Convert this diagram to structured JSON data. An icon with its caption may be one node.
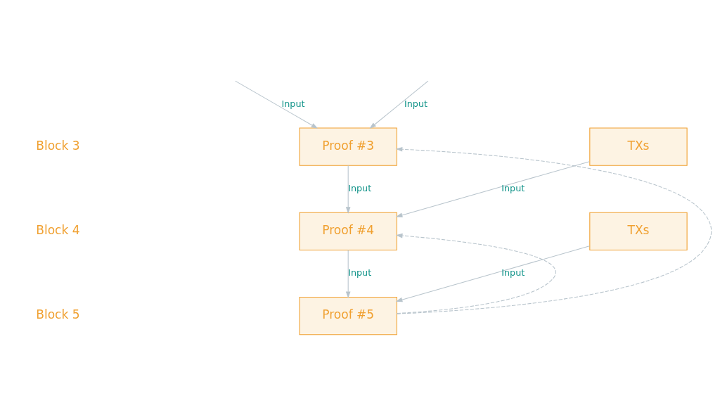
{
  "diagram": {
    "nodes": [
      {
        "text": [
          "Proof #3"
        ]
      },
      {
        "text": [
          "TXs"
        ]
      },
      {
        "text": [
          "Proof #4"
        ]
      },
      {
        "text": [
          "TXs"
        ]
      },
      {
        "text": [
          "Proof #5"
        ]
      }
    ],
    "edges": [
      {
        "from": null,
        "to": 0,
        "arrow": "to",
        "label": "Input"
      },
      {
        "from": null,
        "to": 0,
        "arrow": "to",
        "label": "Input"
      },
      {
        "from": 0,
        "to": 2,
        "arrow": "to",
        "label": "Input"
      },
      {
        "from": 1,
        "to": 2,
        "arrow": "to",
        "label": "Input"
      },
      {
        "from": 2,
        "to": 4,
        "arrow": "to",
        "label": "Input"
      },
      {
        "from": 3,
        "to": 4,
        "arrow": "to",
        "label": "Input"
      },
      {
        "from": 4,
        "to": 0,
        "arrow": "to",
        "style": "dashed"
      },
      {
        "from": 4,
        "to": 2,
        "arrow": "to",
        "style": "dashed"
      }
    ],
    "labels": [
      "Block 3",
      "Block 4",
      "Block 5"
    ]
  }
}
